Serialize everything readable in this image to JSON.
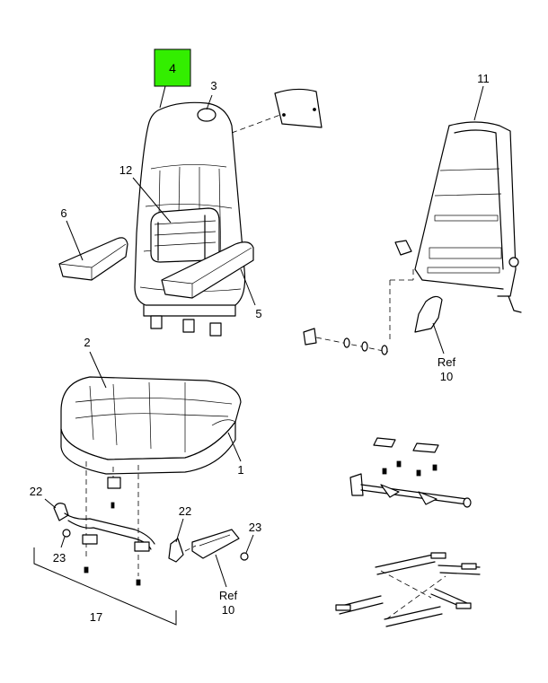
{
  "highlight": {
    "label": "4",
    "color": "#33ee00"
  },
  "callouts": {
    "c3": "3",
    "c11": "11",
    "c12": "12",
    "c6": "6",
    "c5": "5",
    "c2": "2",
    "c1": "1",
    "c10_ref": "Ref",
    "c10_num": "10",
    "c22a": "22",
    "c23a": "23",
    "c22b": "22",
    "c23b": "23",
    "c10b_ref": "Ref",
    "c10b_num": "10",
    "c17": "17"
  }
}
